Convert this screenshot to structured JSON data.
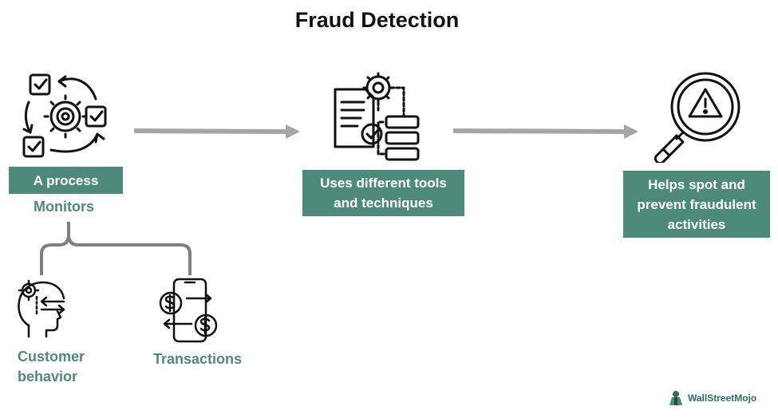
{
  "title": "Fraud Detection",
  "steps": [
    {
      "label": "A process"
    },
    {
      "label": "Uses different tools\nand techniques"
    },
    {
      "label": "Helps spot and\nprevent fraudulent\nactivities"
    }
  ],
  "monitors_label": "Monitors",
  "children": [
    {
      "label": "Customer\nbehavior"
    },
    {
      "label": "Transactions"
    }
  ],
  "brand": {
    "name": "WallStreetMojo"
  },
  "colors": {
    "accent": "#4e8a7a",
    "arrow": "#a6a6a6",
    "icon": "#111111"
  },
  "icons": [
    "process-cycle-icon",
    "tools-flowchart-icon",
    "magnifier-warning-icon",
    "head-gear-icon",
    "money-transfer-phone-icon",
    "brand-logo-icon"
  ]
}
